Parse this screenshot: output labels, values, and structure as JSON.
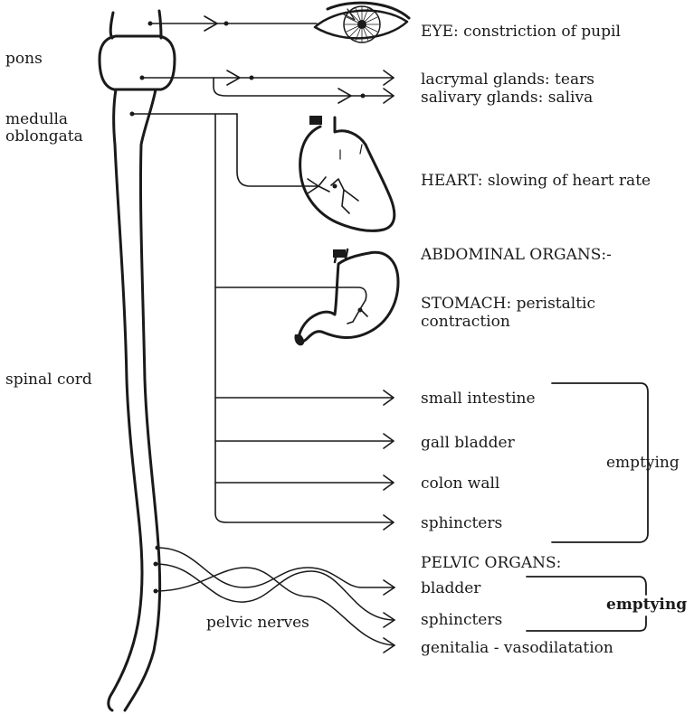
{
  "labels": {
    "pons": "pons",
    "medulla_line1": "medulla",
    "medulla_line2": "oblongata",
    "spinal_cord": "spinal cord",
    "pelvic_nerves": "pelvic nerves"
  },
  "targets": {
    "eye": "EYE: constriction of pupil",
    "lacrymal": "lacrymal glands: tears",
    "salivary": "salivary glands: saliva",
    "heart": "HEART: slowing of heart rate",
    "abdominal": "ABDOMINAL ORGANS:-",
    "stomach_line1": "STOMACH: peristaltic",
    "stomach_line2": "contraction",
    "small_intestine": "small intestine",
    "gall_bladder": "gall bladder",
    "colon_wall": "colon wall",
    "sphincters_abdominal": "sphincters",
    "emptying_abdominal": "emptying",
    "pelvic_organs": "PELVIC ORGANS:",
    "bladder": "bladder",
    "sphincters_pelvic": "sphincters",
    "emptying_pelvic": "emptying",
    "genitalia": "genitalia - vasodilatation"
  },
  "icons": {
    "eye": "eye-icon",
    "heart": "heart-icon",
    "stomach": "stomach-icon"
  }
}
